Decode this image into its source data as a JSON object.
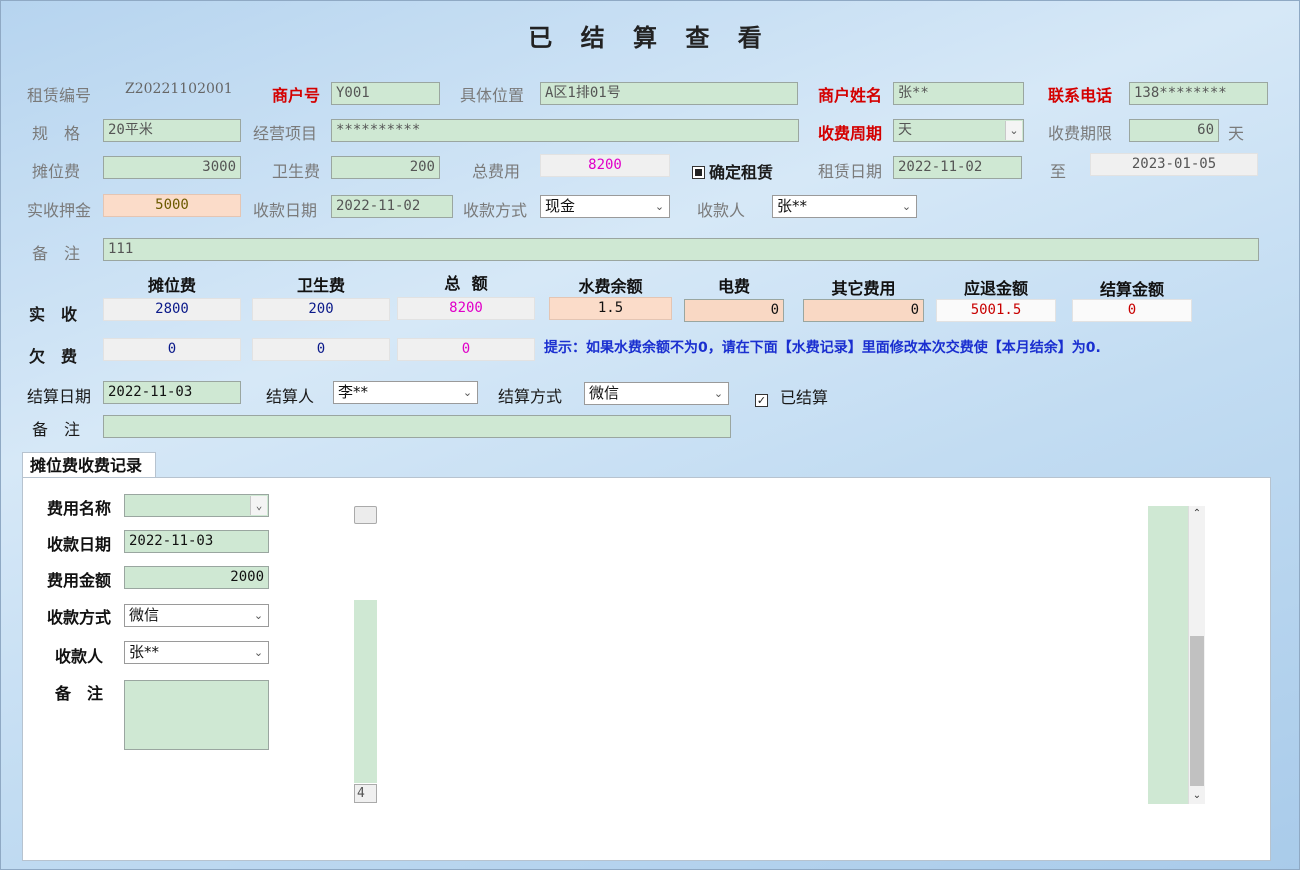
{
  "window": {
    "title": "已 结 算 查 看"
  },
  "lease": {
    "lease_no_label": "租赁编号",
    "lease_no": "Z20221102001",
    "merchant_no_label": "商户号",
    "merchant_no": "Y001",
    "location_label": "具体位置",
    "location": "A区1排01号",
    "merchant_name_label": "商户姓名",
    "merchant_name": "张**",
    "phone_label": "联系电话",
    "phone": "138********",
    "spec_label": "规　格",
    "spec": "20平米",
    "business_label": "经营项目",
    "business": "**********",
    "cycle_label": "收费周期",
    "cycle": "天",
    "period_label": "收费期限",
    "period": "60",
    "period_unit": "天",
    "stall_fee_label": "摊位费",
    "stall_fee": "3000",
    "sanitation_label": "卫生费",
    "sanitation": "200",
    "total_label": "总费用",
    "total": "8200",
    "confirm_lease_label": "确定租赁",
    "lease_date_label": "租赁日期",
    "lease_date": "2022-11-02",
    "to_label": "至",
    "end_date": "2023-01-05",
    "deposit_label": "实收押金",
    "deposit": "5000",
    "receipt_date_label": "收款日期",
    "receipt_date": "2022-11-02",
    "pay_method_label": "收款方式",
    "pay_method": "现金",
    "payee_label": "收款人",
    "payee": "张**",
    "remark_label": "备　注",
    "remark": "111"
  },
  "settlement_table": {
    "headers": [
      "摊位费",
      "卫生费",
      "总  额",
      "水费余额",
      "电费",
      "其它费用",
      "应退金额",
      "结算金额"
    ],
    "received_label": "实　收",
    "received": [
      "2800",
      "200",
      "8200",
      "1.5",
      "0",
      "0",
      "5001.5",
      "0"
    ],
    "owed_label": "欠　费",
    "owed": [
      "0",
      "0",
      "0"
    ],
    "hint": "提示：如果水费余额不为0，请在下面【水费记录】里面修改本次交费使【本月结余】为0."
  },
  "settlement": {
    "date_label": "结算日期",
    "date": "2022-11-03",
    "person_label": "结算人",
    "person": "李**",
    "method_label": "结算方式",
    "method": "微信",
    "settled_label": "已结算",
    "remark_label": "备　注",
    "remark": ""
  },
  "records_tab": {
    "tab_label": "摊位费收费记录",
    "fee_name_label": "费用名称",
    "fee_name": "",
    "receipt_date_label": "收款日期",
    "receipt_date": "2022-11-03",
    "amount_label": "费用金额",
    "amount": "2000",
    "pay_method_label": "收款方式",
    "pay_method": "微信",
    "payee_label": "收款人",
    "payee": "张**",
    "remark_label": "备　注",
    "remark": "",
    "record_count": "4"
  },
  "icons": {
    "dropdown": "chevron-down-icon",
    "scroll_up": "scroll-up-icon",
    "scroll_down": "scroll-down-icon"
  }
}
